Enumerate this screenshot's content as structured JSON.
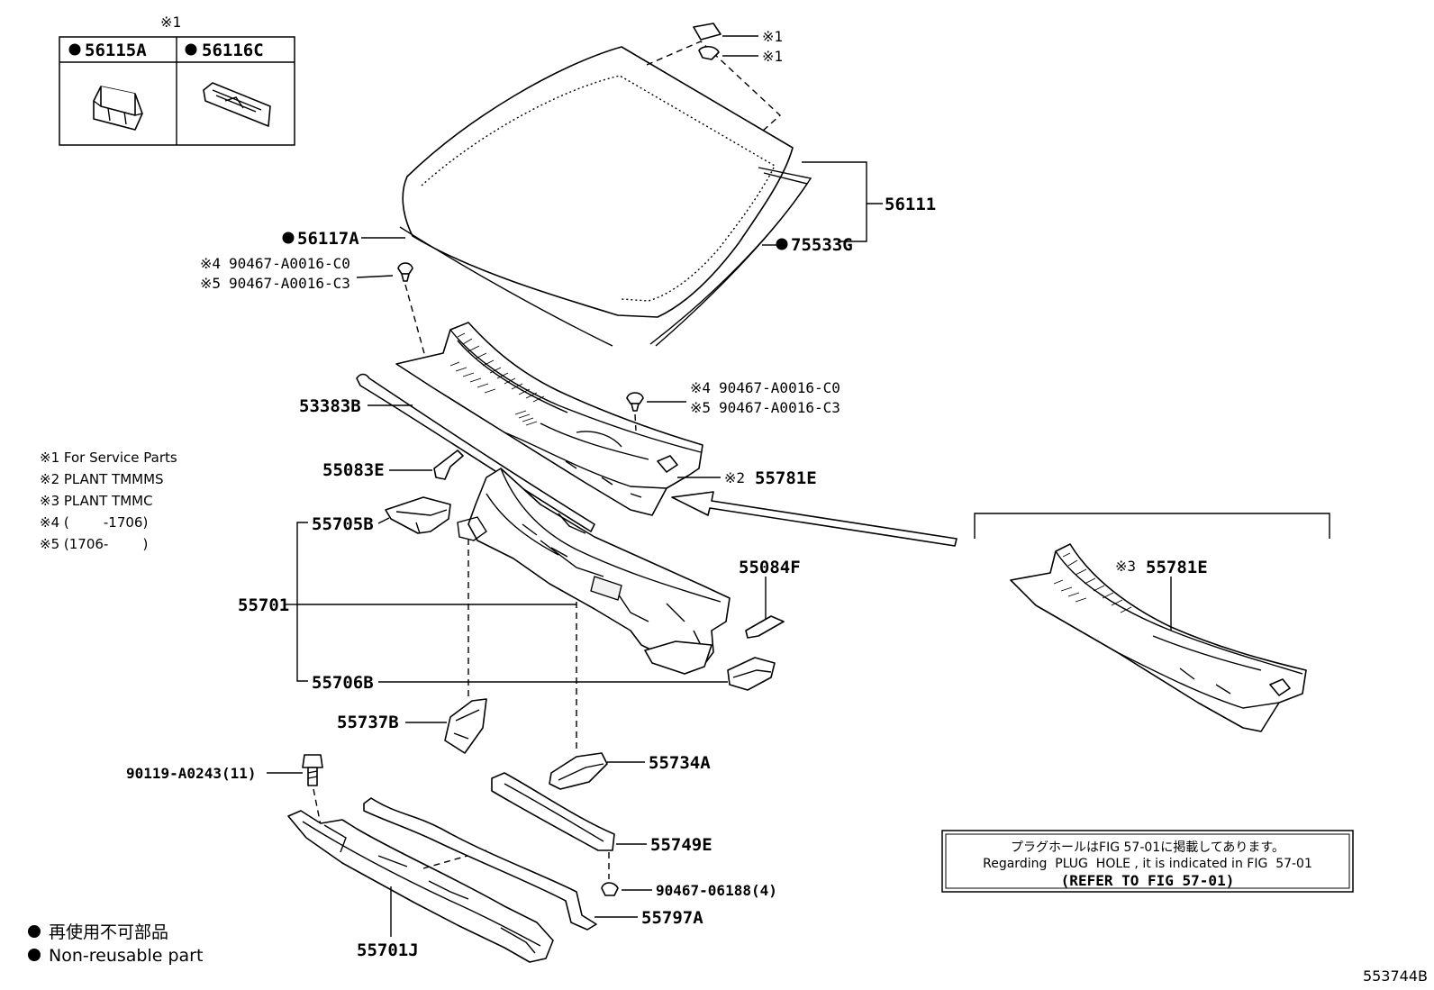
{
  "diagram": {
    "figure_id": "553744B",
    "inset": {
      "header": "※1",
      "left_part": "56115A",
      "right_part": "56116C"
    },
    "callouts": {
      "clip_top_1": "※1",
      "clip_top_2": "※1",
      "windshield": "56111",
      "molding_left": "56117A",
      "molding_right": "75533G",
      "clip_a_note4": "※4",
      "clip_a_part4": "90467-A0016-C0",
      "clip_a_note5": "※5",
      "clip_a_part5": "90467-A0016-C3",
      "clip_b_note4": "※4",
      "clip_b_part4": "90467-A0016-C0",
      "clip_b_note5": "※5",
      "clip_b_part5": "90467-A0016-C3",
      "seal": "53383B",
      "bracket_left": "55083E",
      "cowl_top_note": "※2",
      "cowl_top": "55781E",
      "cowl_alt_note": "※3",
      "cowl_alt": "55781E",
      "panel_ext_left": "55705B",
      "panel_assy": "55701",
      "panel_ext_right": "55706B",
      "bracket_right": "55084F",
      "brace_left": "55737B",
      "brace_right": "55734A",
      "bolt": "90119-A0243(11)",
      "rail": "55749E",
      "clip_c": "90467-06188(4)",
      "seal_lower": "55797A",
      "lower_panel": "55701J"
    },
    "notes": [
      "※1 For Service Parts",
      "※2 PLANT TMMMS",
      "※3 PLANT TMMC",
      "※4 (        -1706)",
      "※5 (1706-        )"
    ],
    "reference_box": {
      "line1": "プラグホールはFIG 57-01に掲載してあります。",
      "line2": "Regarding  PLUG  HOLE , it is indicated in FIG  57-01",
      "line3": "(REFER TO FIG 57-01)"
    },
    "legend": {
      "line1": "再使用不可部品",
      "line2": "Non-reusable part"
    }
  }
}
